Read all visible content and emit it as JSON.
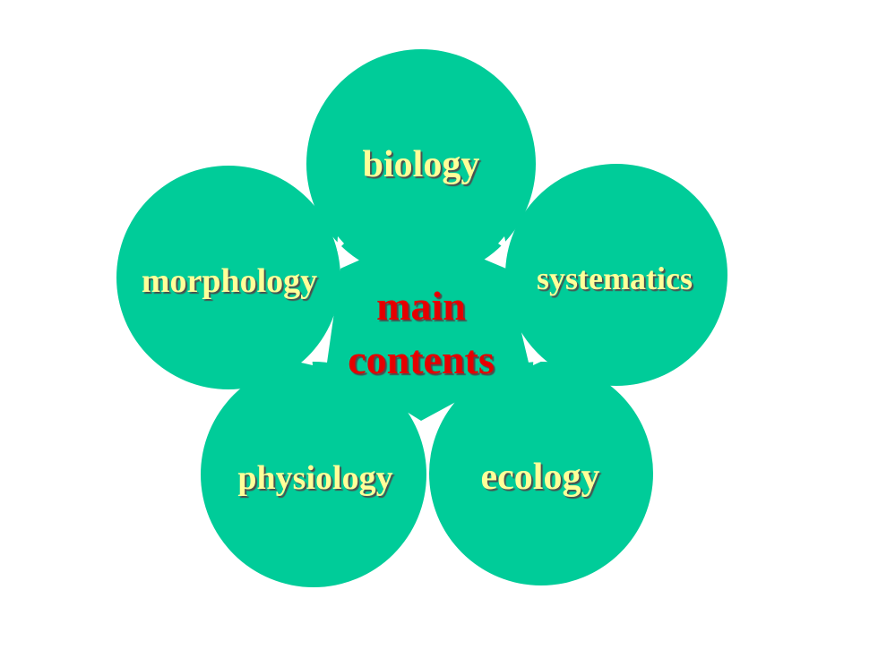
{
  "diagram": {
    "center_label": [
      "main",
      "contents"
    ],
    "petals": [
      {
        "id": "biology",
        "label": "biology"
      },
      {
        "id": "systematics",
        "label": "systematics"
      },
      {
        "id": "ecology",
        "label": "ecology"
      },
      {
        "id": "physiology",
        "label": "physiology"
      },
      {
        "id": "morphology",
        "label": "morphology"
      }
    ]
  },
  "colors": {
    "petal_fill": "#00CC99",
    "petal_text": "#FFFF99",
    "center_text": "#E60000",
    "background": "#FFFFFF"
  }
}
